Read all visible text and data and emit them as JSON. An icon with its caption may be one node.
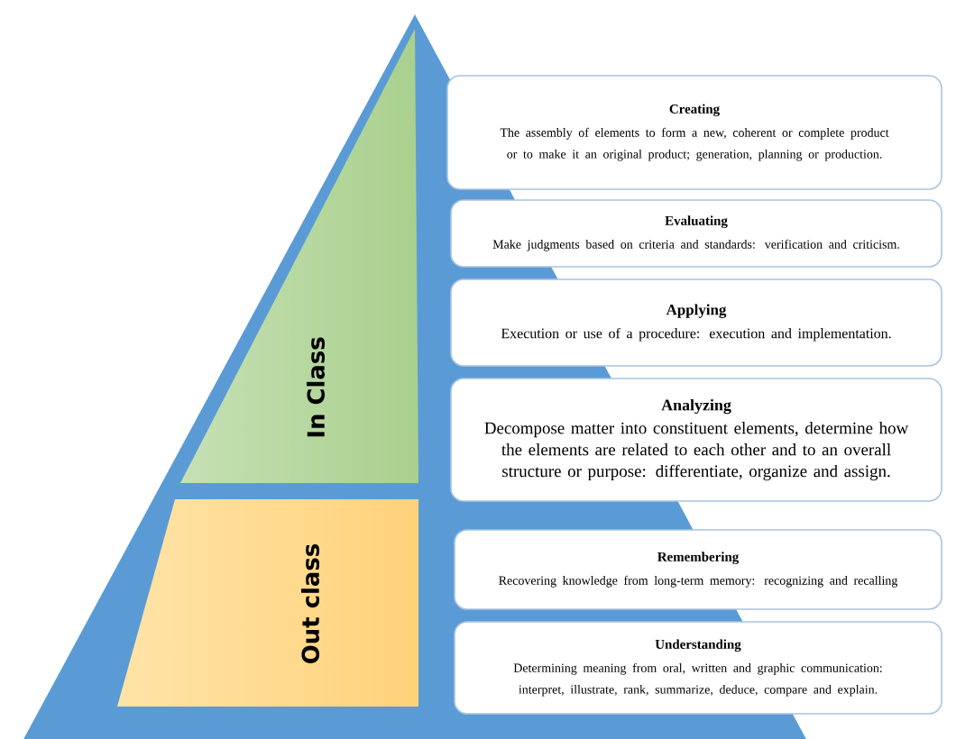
{
  "diagram": {
    "nodes": [
      {
        "text": [
          "In Class"
        ]
      },
      {
        "text": [
          "Out class"
        ]
      },
      {
        "text": [
          "Creating",
          "The assembly of elements to form a new, coherent or complete product or to make it an original product; generation, planning or production."
        ]
      },
      {
        "text": [
          "Evaluating",
          "Make judgments based on criteria and standards: verification and criticism."
        ]
      },
      {
        "text": [
          "Applying",
          "Execution or use of a procedure: execution and implementation."
        ]
      },
      {
        "text": [
          "Analyzing",
          "Decompose matter into constituent elements, determine how the elements are related to each other and to an overall structure or purpose: differentiate, organize and assign."
        ]
      },
      {
        "text": [
          "Remembering",
          "Recovering knowledge from long-term memory: recognizing and recalling"
        ]
      },
      {
        "text": [
          "Understanding",
          "Determining meaning from oral, written and graphic communication: interpret, illustrate, rank, summarize, deduce, compare and explain."
        ]
      }
    ]
  }
}
